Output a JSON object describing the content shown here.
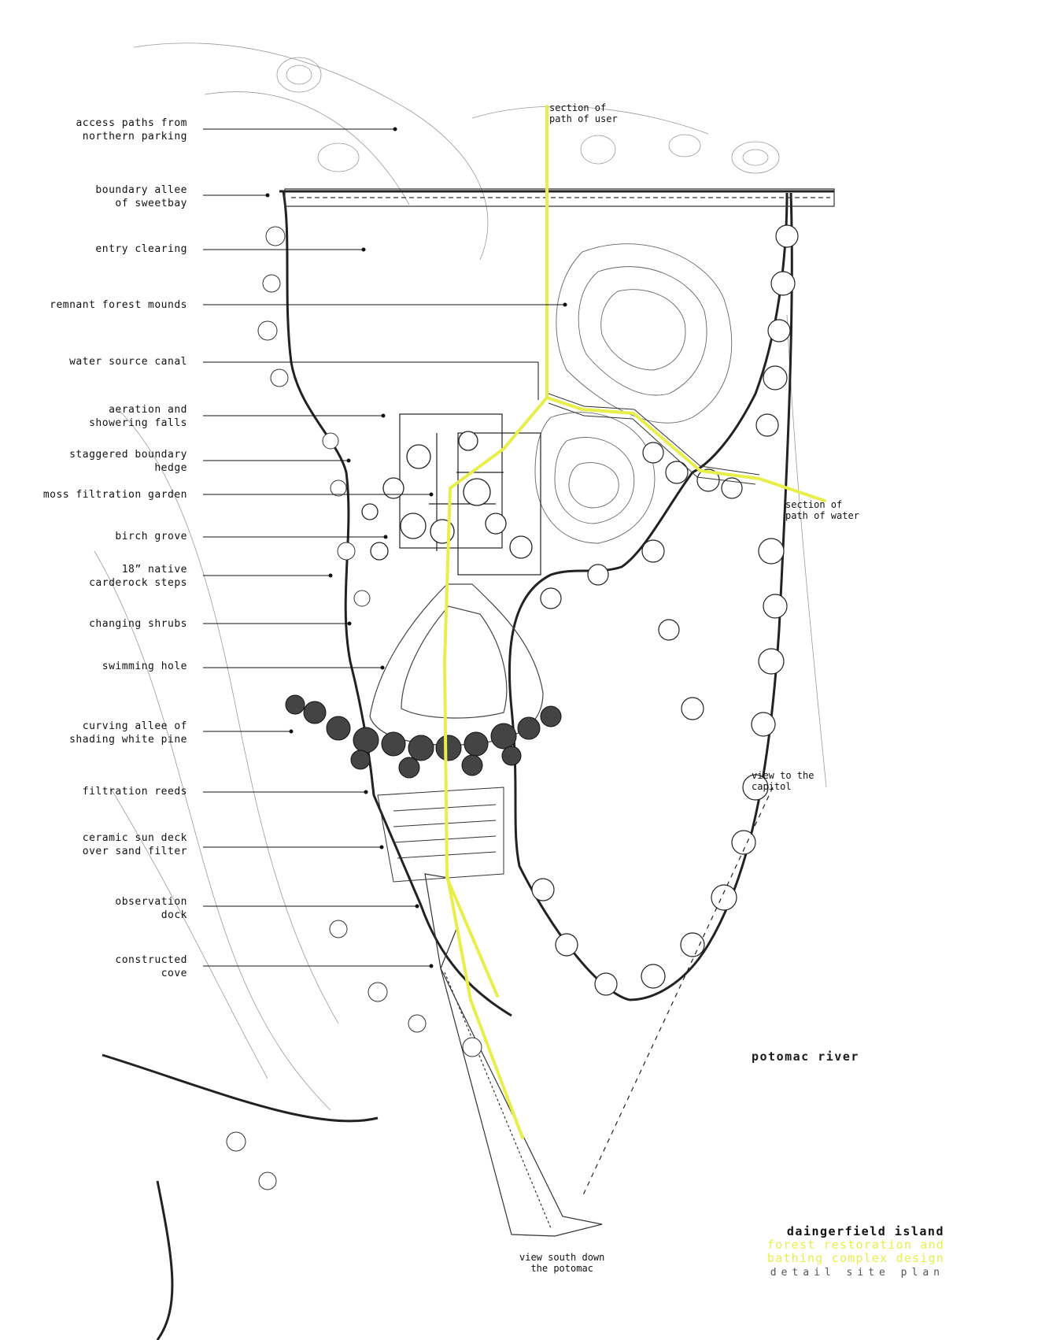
{
  "labels": [
    "access paths from\nnorthern parking",
    "boundary allee\nof sweetbay",
    "entry clearing",
    "remnant forest mounds",
    "water source canal",
    "aeration and\nshowering falls",
    "staggered boundary\nhedge",
    "moss filtration garden",
    "birch grove",
    "18” native\ncarderock steps",
    "changing shrubs",
    "swimming hole",
    "curving allee of\nshading white pine",
    "filtration reeds",
    "ceramic sun deck\nover sand filter",
    "observation\ndock",
    "constructed\ncove"
  ],
  "notes": {
    "path_user": "section of\npath of user",
    "path_water": "section of\npath of water",
    "view_capitol": "view to the\ncapitol",
    "view_south": "view south down\nthe potomac"
  },
  "river_label": "potomac river",
  "title_block": {
    "name": "daingerfield island",
    "subtitle_line1": "forest restoration and",
    "subtitle_line2": "bathing complex design",
    "sheet": "detail site plan"
  },
  "colors": {
    "highlight": "#e8ee4a",
    "ink": "#1a1a1a",
    "paper": "#ffffff"
  }
}
